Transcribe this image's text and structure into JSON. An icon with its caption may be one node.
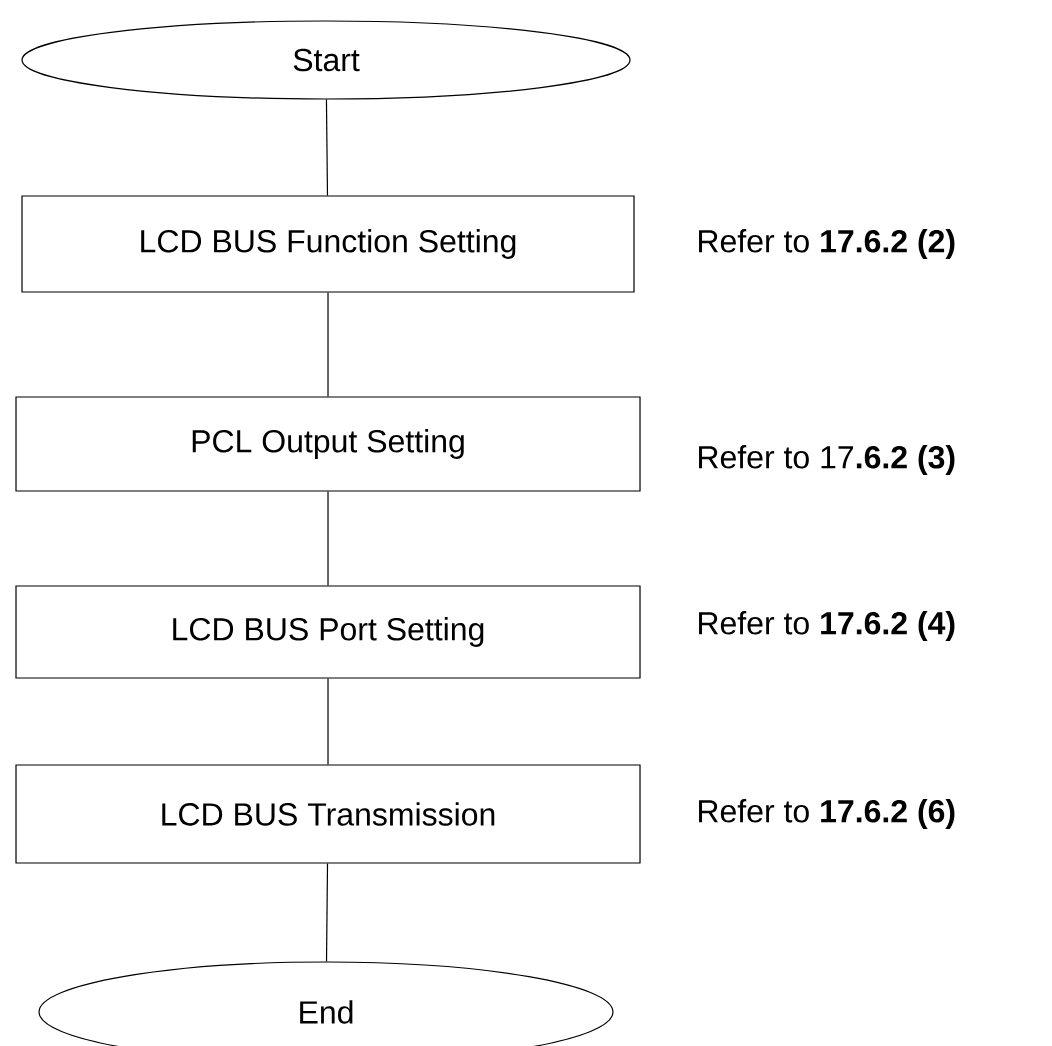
{
  "diagram": {
    "nodes": [
      {
        "text": [
          "Start"
        ]
      },
      {
        "text": [
          "LCD BUS Function Setting"
        ],
        "beside": [
          "Refer to **17.6.2 (2)**"
        ]
      },
      {
        "text": [
          "PCL Output Setting"
        ],
        "beside": [
          "Refer to 17**.6.2 (3)**"
        ]
      },
      {
        "text": [
          "LCD BUS Port Setting"
        ],
        "beside": [
          "Refer to **17.6.2 (4)**"
        ]
      },
      {
        "text": [
          "LCD BUS Transmission"
        ],
        "beside": [
          "Refer to **17.6.2 (6)**"
        ]
      },
      {
        "text": [
          "End"
        ]
      }
    ],
    "edges": [
      {
        "from": 0,
        "to": 1,
        "arrow": "none"
      },
      {
        "from": 1,
        "to": 2,
        "arrow": "none"
      },
      {
        "from": 2,
        "to": 3,
        "arrow": "none"
      },
      {
        "from": 3,
        "to": 4,
        "arrow": "none"
      },
      {
        "from": 4,
        "to": 5,
        "arrow": "none"
      }
    ]
  }
}
